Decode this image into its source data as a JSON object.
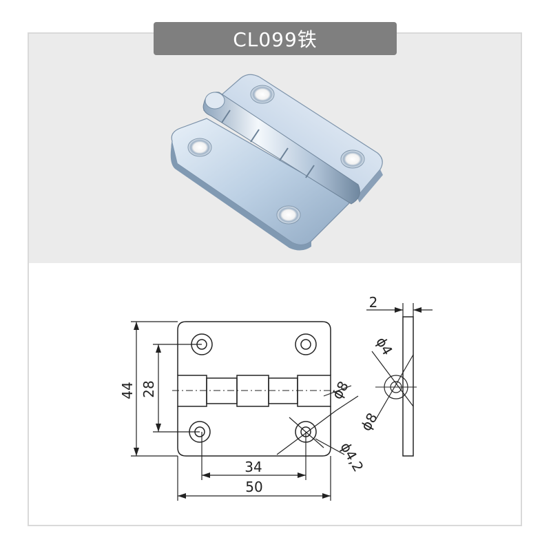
{
  "header": {
    "title": "CL099铁"
  },
  "photo": {
    "label": "hinge-photo"
  },
  "drawing": {
    "height_total": "44",
    "hole_spacing_vertical": "28",
    "hole_spacing_horizontal": "34",
    "width_total": "50",
    "thickness": "2",
    "knuckle_diameter": "ϕ8",
    "hole_diameter": "ϕ4,2",
    "side_hole_diameter": "ϕ4",
    "side_countersink_diameter": "ϕ8"
  }
}
